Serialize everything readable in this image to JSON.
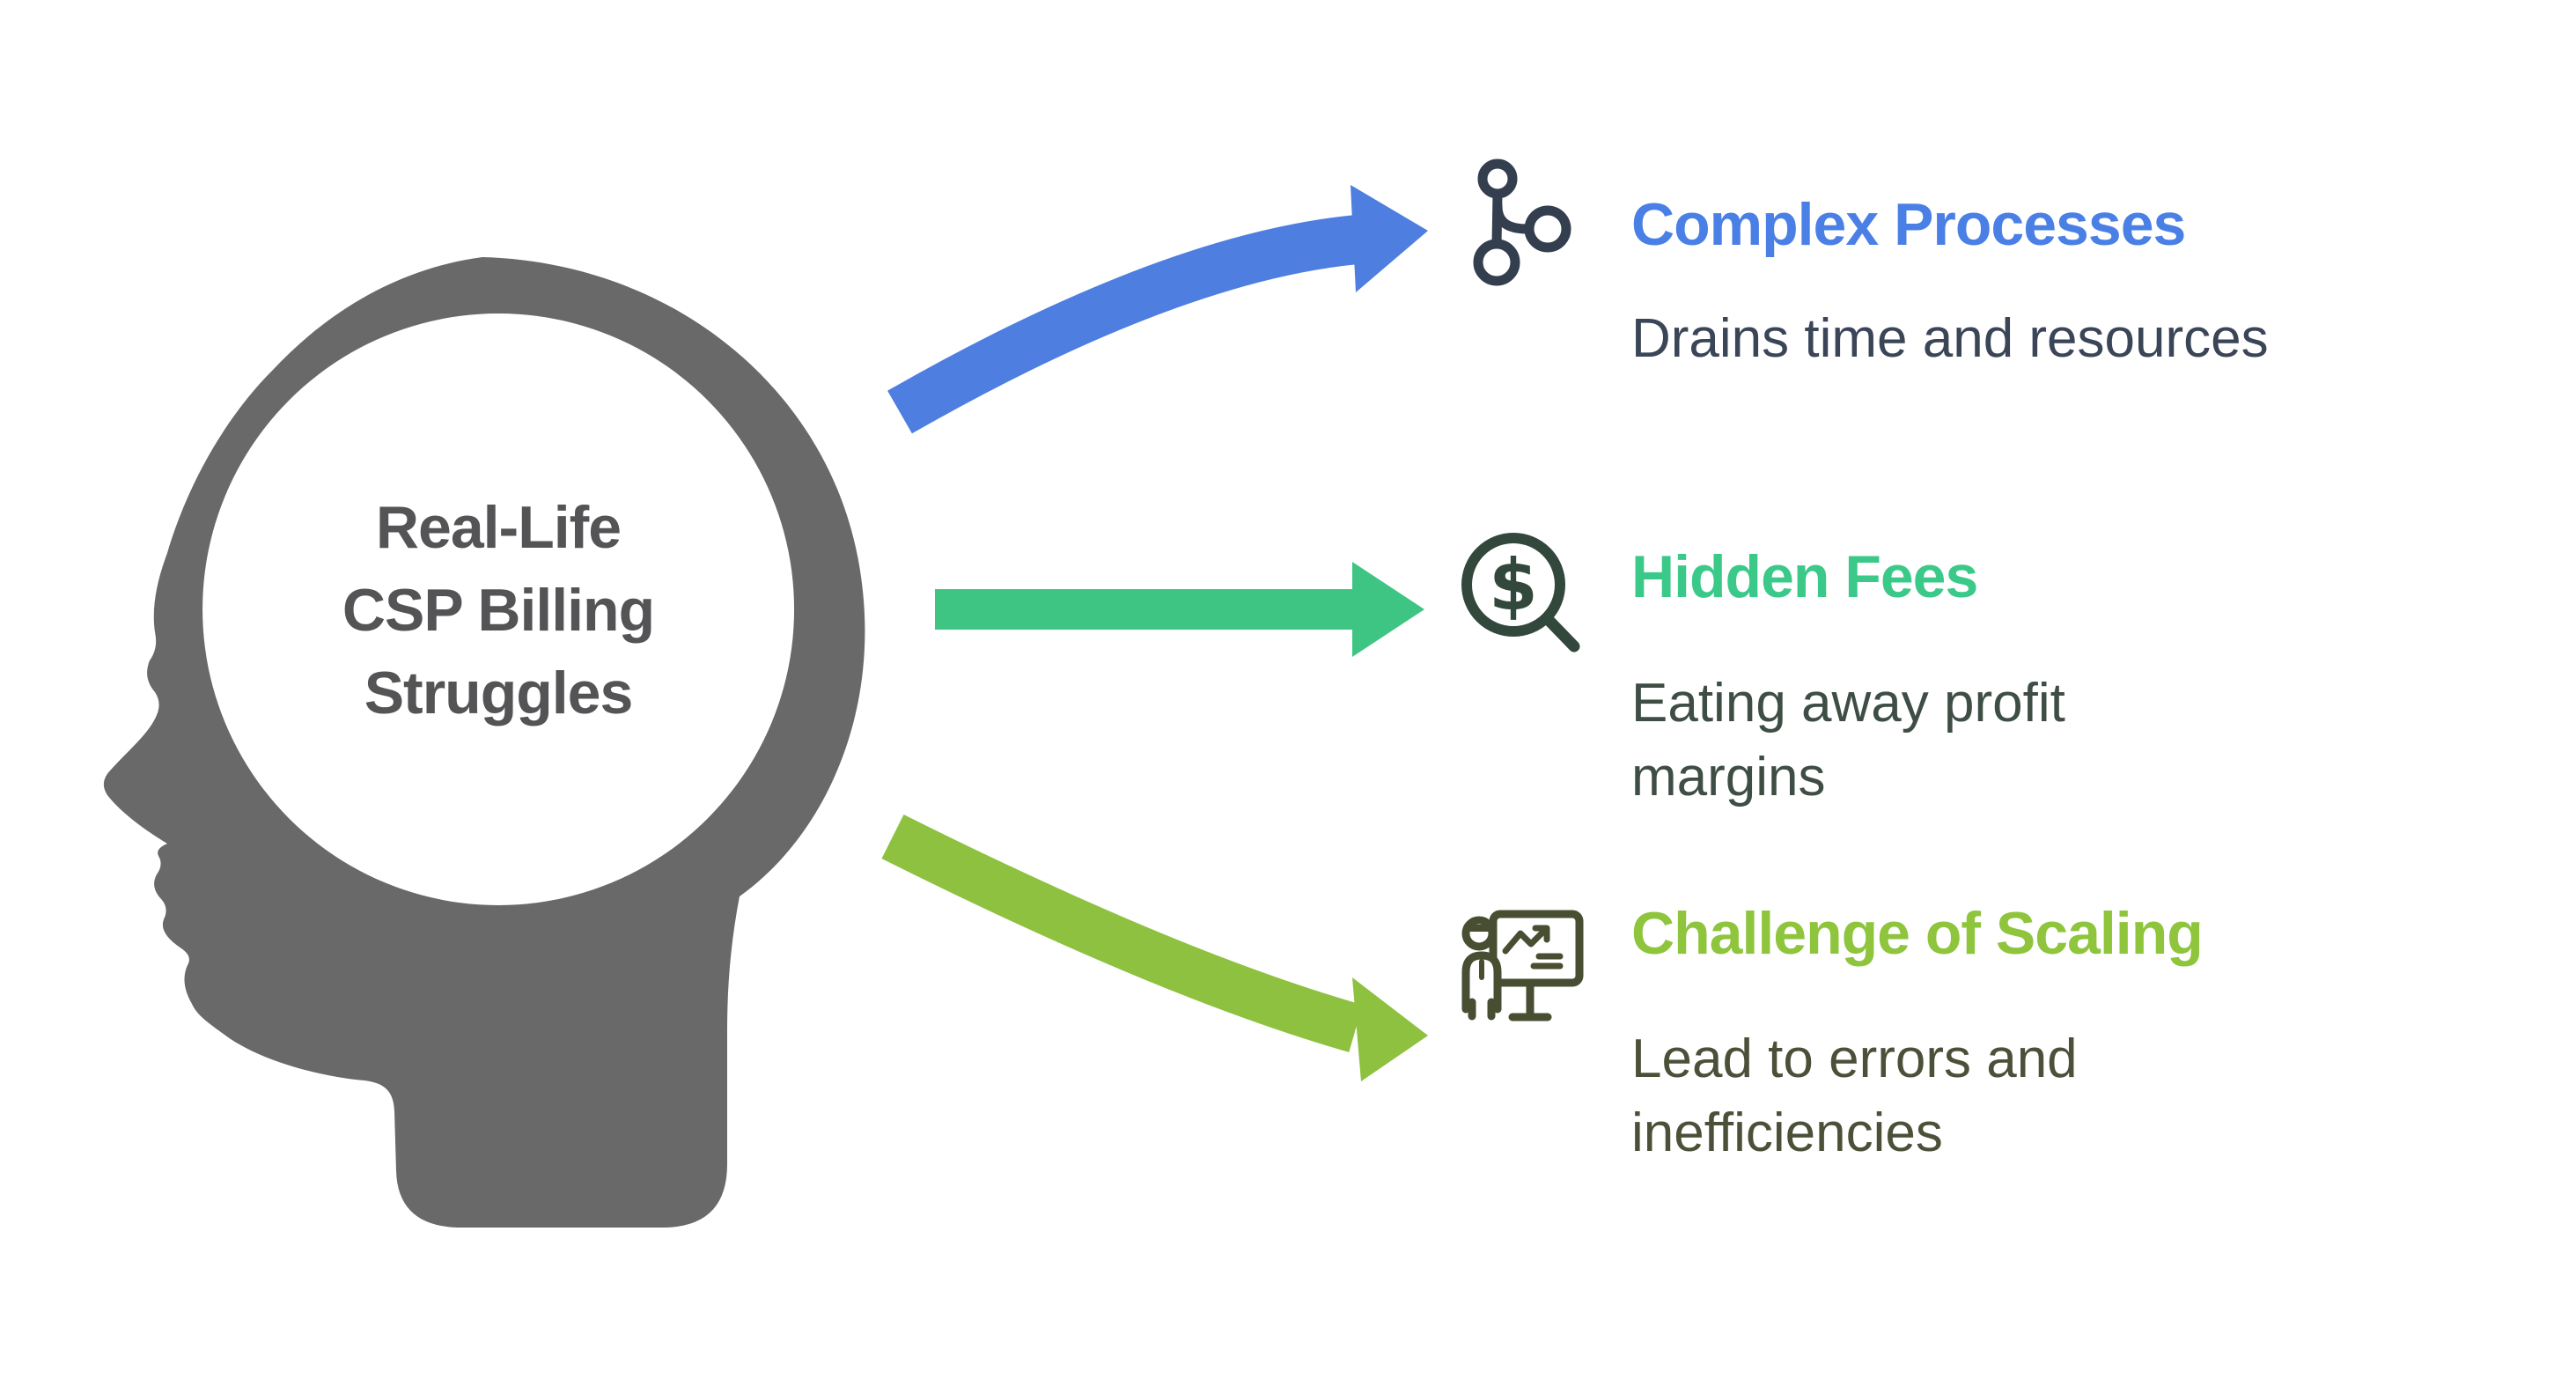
{
  "page": {
    "background_color": "#ffffff",
    "kind": "infographic"
  },
  "head": {
    "label": "Real-Life\nCSP Billing\nStruggles",
    "silhouette_color": "#696969",
    "text_color": "#545456"
  },
  "items": [
    {
      "id": "complex-processes",
      "icon": "git-branch-icon",
      "icon_color": "#333e4e",
      "title": "Complex Processes",
      "title_color": "#4a80e6",
      "description": "Drains time and resources",
      "description_color": "#3a4557",
      "arrow_color": "#4d7ee0",
      "arrow_style": "curved-up"
    },
    {
      "id": "hidden-fees",
      "icon": "magnifier-dollar-icon",
      "icon_color": "#33483d",
      "title": "Hidden Fees",
      "title_color": "#3bc98a",
      "description": "Eating away profit\nmargins",
      "description_color": "#3e4e45",
      "arrow_color": "#3ec584",
      "arrow_style": "straight"
    },
    {
      "id": "challenge-of-scaling",
      "icon": "presenter-chart-icon",
      "icon_color": "#474e31",
      "title": "Challenge of Scaling",
      "title_color": "#8ec53d",
      "description": "Lead to errors and\ninefficiencies",
      "description_color": "#4b5138",
      "arrow_color": "#8dc13f",
      "arrow_style": "curved-down"
    }
  ]
}
